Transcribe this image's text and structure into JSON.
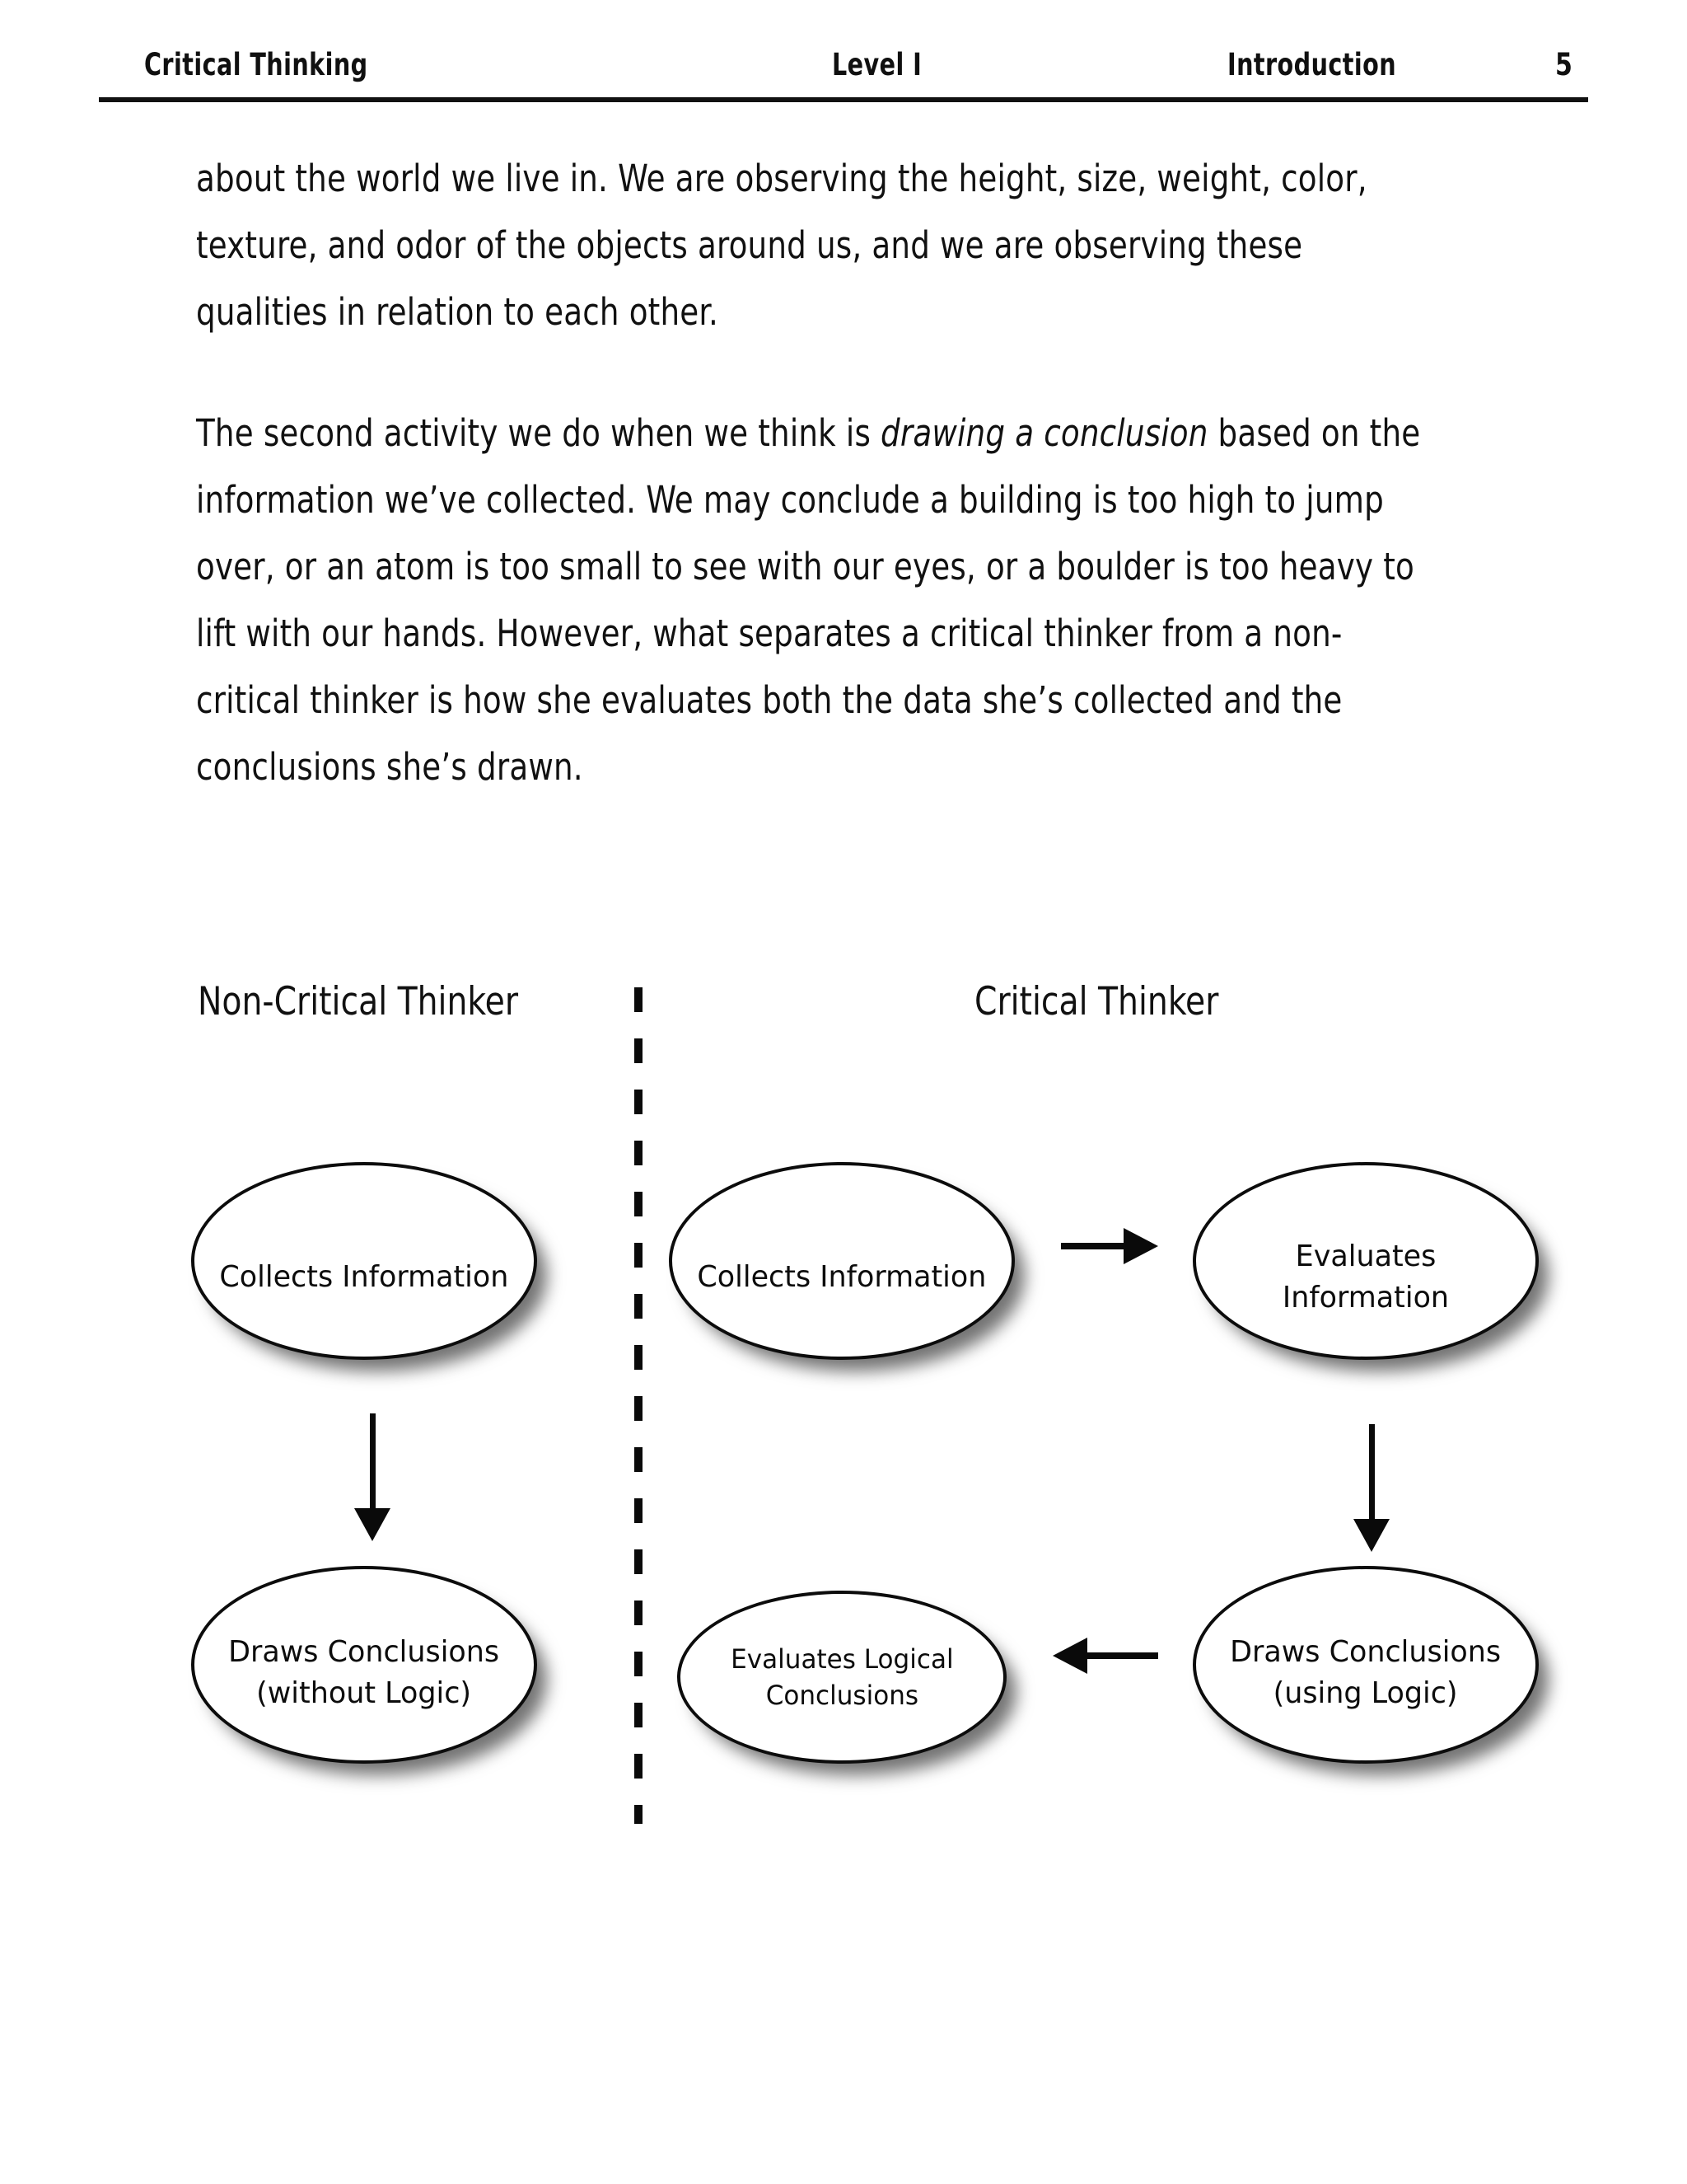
{
  "header": {
    "book_title": "Critical Thinking",
    "level": "Level I",
    "section": "Introduction",
    "page_number": "5"
  },
  "body": {
    "paragraph_1": "about the world we live in. We are observing the height, size, weight, color, texture, and odor of the objects around us, and we are observing these qualities in relation to each other.",
    "paragraph_2_part_1": "The second activity we do when we think is ",
    "paragraph_2_emphasis": "drawing a conclusion",
    "paragraph_2_part_2": " based on the information we’ve collected. We may conclude a building is too high to jump over, or an atom is too small to see with our eyes, or a boulder is too heavy to lift with our hands. However, what separates a critical thinker from a non-critical thinker is how she evaluates both the data she’s collected and the conclusions she’s drawn."
  },
  "diagram": {
    "title_left": "Non-Critical Thinker",
    "title_right": "Critical Thinker",
    "nodes": {
      "non_critical_collects": "Collects Information",
      "non_critical_draws": "Draws Conclusions\n(without Logic)",
      "critical_collects": "Collects Information",
      "critical_evaluates_info": "Evaluates Information",
      "critical_draws": "Draws Conclusions\n(using Logic)",
      "critical_evaluates_logical": "Evaluates Logical\nConclusions"
    }
  }
}
